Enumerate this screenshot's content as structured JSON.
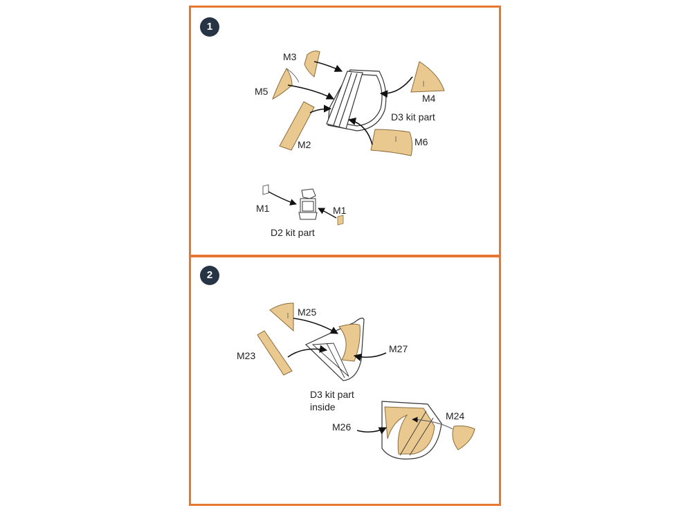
{
  "colors": {
    "accent": "#e6772e",
    "badge_bg": "#263445",
    "part_fill": "#e9c98f",
    "part_stroke": "#8a6a3a"
  },
  "step1": {
    "number": "1",
    "labels": {
      "m3": "M3",
      "m5": "M5",
      "m2": "M2",
      "m4": "M4",
      "m6": "M6",
      "d3": "D3 kit part",
      "m1_left": "M1",
      "m1_right": "M1",
      "d2": "D2 kit part"
    }
  },
  "step2": {
    "number": "2",
    "labels": {
      "m25": "M25",
      "m23": "M23",
      "m27": "M27",
      "d3_line1": "D3 kit part",
      "d3_line2": "inside",
      "m24": "M24",
      "m26": "M26"
    }
  }
}
